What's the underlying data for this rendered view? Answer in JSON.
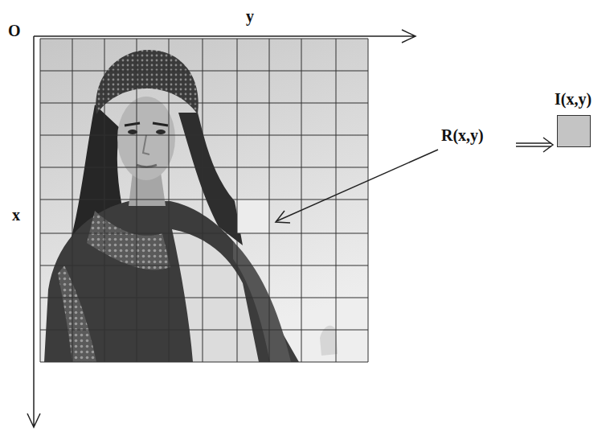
{
  "diagram": {
    "nodes": [
      {
        "text": [
          "I(x,y)"
        ]
      }
    ],
    "labels": [
      "O",
      "y",
      "x",
      "R(x,y)"
    ]
  }
}
